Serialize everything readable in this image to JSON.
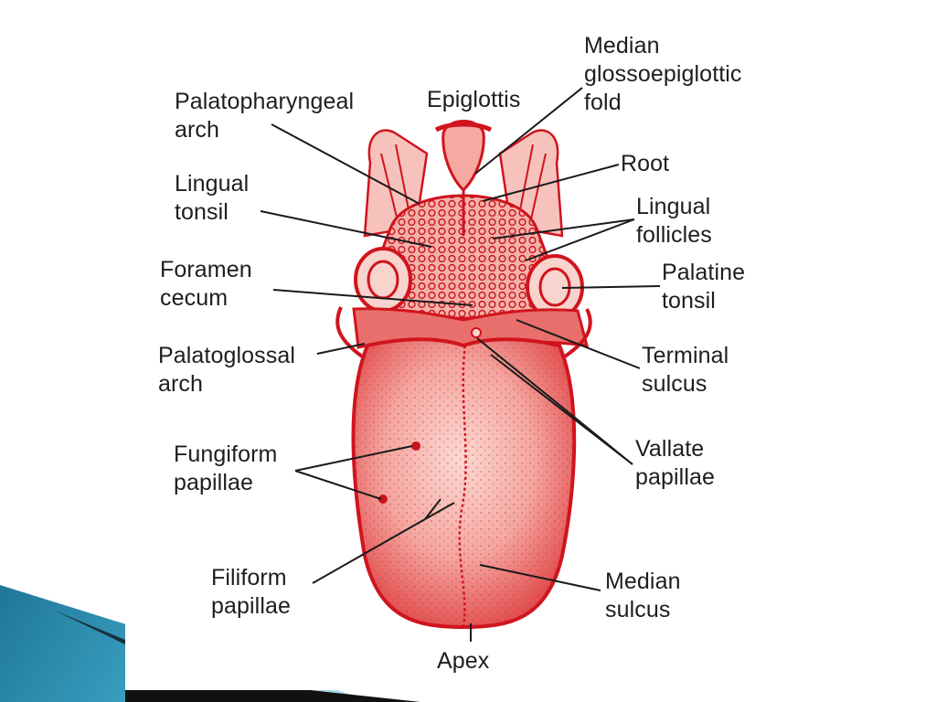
{
  "diagram": {
    "labels": {
      "median_glosso": "Median\nglossoepiglottic\nfold",
      "epiglottis": "Epiglottis",
      "palatopharyngeal_arch": "Palatopharyngeal\narch",
      "root": "Root",
      "lingual_tonsil": "Lingual\ntonsil",
      "lingual_follicles": "Lingual\nfollicles",
      "foramen_cecum": "Foramen\ncecum",
      "palatine_tonsil": "Palatine\ntonsil",
      "palatoglossal_arch": "Palatoglossal\narch",
      "terminal_sulcus": "Terminal\nsulcus",
      "fungiform_papillae": "Fungiform\npapillae",
      "vallate_papillae": "Vallate\npapillae",
      "filiform_papillae": "Filiform\npapillae",
      "median_sulcus": "Median\nsulcus",
      "apex": "Apex"
    },
    "colors": {
      "line_art": "#d0141e",
      "tongue_fill": "#f2908c",
      "tongue_highlight": "#fbd9d3",
      "label_text": "#1e1e1e",
      "leader_line": "#1a1a1a",
      "accent_teal": "#1d7fa0"
    }
  }
}
